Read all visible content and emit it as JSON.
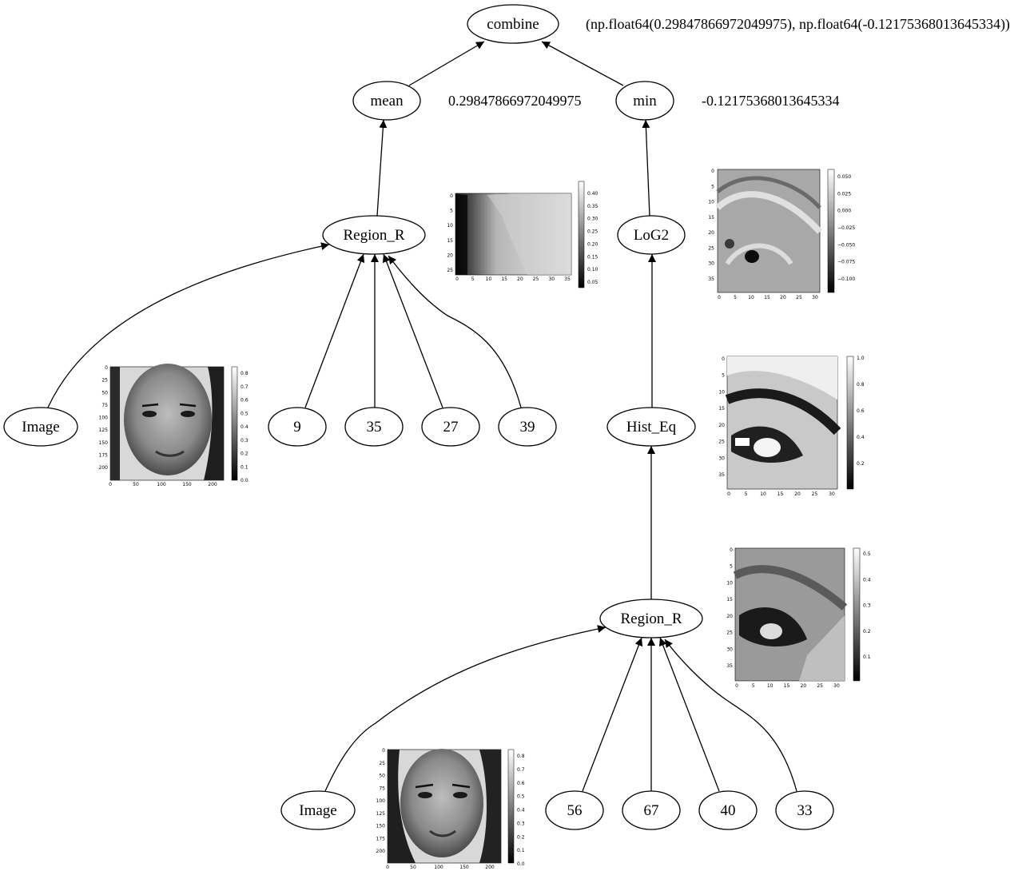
{
  "nodes": {
    "combine": "combine",
    "mean": "mean",
    "min": "min",
    "region_r_top": "Region_R",
    "log2": "LoG2",
    "image_top": "Image",
    "n9": "9",
    "n35": "35",
    "n27": "27",
    "n39": "39",
    "hist_eq": "Hist_Eq",
    "region_r_bottom": "Region_R",
    "image_bottom": "Image",
    "n56": "56",
    "n67": "67",
    "n40": "40",
    "n33": "33"
  },
  "values": {
    "combine": "(np.float64(0.29847866972049975), np.float64(-0.12175368013645334))",
    "mean": "0.29847866972049975",
    "min": "-0.12175368013645334"
  },
  "plots": {
    "image_top": {
      "x_ticks": [
        "0",
        "50",
        "100",
        "150",
        "200"
      ],
      "y_ticks": [
        "0",
        "25",
        "50",
        "75",
        "100",
        "125",
        "150",
        "175",
        "200"
      ],
      "cbar_ticks": [
        "0.8",
        "0.7",
        "0.6",
        "0.5",
        "0.4",
        "0.3",
        "0.2",
        "0.1",
        "0.0"
      ]
    },
    "region_top": {
      "x_ticks": [
        "0",
        "5",
        "10",
        "15",
        "20",
        "25",
        "30",
        "35"
      ],
      "y_ticks": [
        "0",
        "5",
        "10",
        "15",
        "20",
        "25"
      ],
      "cbar_ticks": [
        "0.40",
        "0.35",
        "0.30",
        "0.25",
        "0.20",
        "0.15",
        "0.10",
        "0.05"
      ]
    },
    "log2": {
      "x_ticks": [
        "0",
        "5",
        "10",
        "15",
        "20",
        "25",
        "30"
      ],
      "y_ticks": [
        "0",
        "5",
        "10",
        "15",
        "20",
        "25",
        "30",
        "35"
      ],
      "cbar_ticks": [
        "0.050",
        "0.025",
        "0.000",
        "−0.025",
        "−0.050",
        "−0.075",
        "−0.100"
      ]
    },
    "hist_eq": {
      "x_ticks": [
        "0",
        "5",
        "10",
        "15",
        "20",
        "25",
        "30"
      ],
      "y_ticks": [
        "0",
        "5",
        "10",
        "15",
        "20",
        "25",
        "30",
        "35"
      ],
      "cbar_ticks": [
        "1.0",
        "0.8",
        "0.6",
        "0.4",
        "0.2"
      ]
    },
    "region_bottom": {
      "x_ticks": [
        "0",
        "5",
        "10",
        "15",
        "20",
        "25",
        "30"
      ],
      "y_ticks": [
        "0",
        "5",
        "10",
        "15",
        "20",
        "25",
        "30",
        "35"
      ],
      "cbar_ticks": [
        "0.5",
        "0.4",
        "0.3",
        "0.2",
        "0.1"
      ]
    },
    "image_bottom": {
      "x_ticks": [
        "0",
        "50",
        "100",
        "150",
        "200"
      ],
      "y_ticks": [
        "0",
        "25",
        "50",
        "75",
        "100",
        "125",
        "150",
        "175",
        "200"
      ],
      "cbar_ticks": [
        "0.8",
        "0.7",
        "0.6",
        "0.5",
        "0.4",
        "0.3",
        "0.2",
        "0.1",
        "0.0"
      ]
    }
  }
}
